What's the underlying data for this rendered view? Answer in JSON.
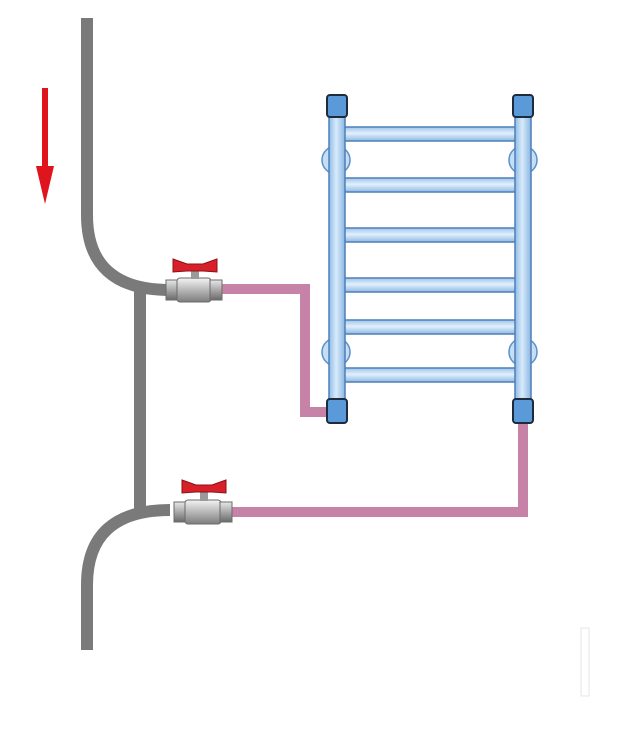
{
  "diagram": {
    "components": [
      "riser-pipe",
      "flow-direction-arrow",
      "bypass-pipe",
      "upper-ball-valve",
      "lower-ball-valve",
      "supply-pipe",
      "return-pipe",
      "towel-rail",
      "mounting-brackets"
    ],
    "flow_direction": "down",
    "rail_crossbar_count": 6,
    "colors": {
      "riser_pipe": "#7a7a7a",
      "connection_pipe": "#c783a7",
      "arrow": "#e0141c",
      "rail_body": "#a9cdf2",
      "rail_outline": "#4f7fb8",
      "rail_caps": "#5b9ad8",
      "valve_handle": "#d8202a",
      "valve_body": "#c9c9c9"
    }
  }
}
